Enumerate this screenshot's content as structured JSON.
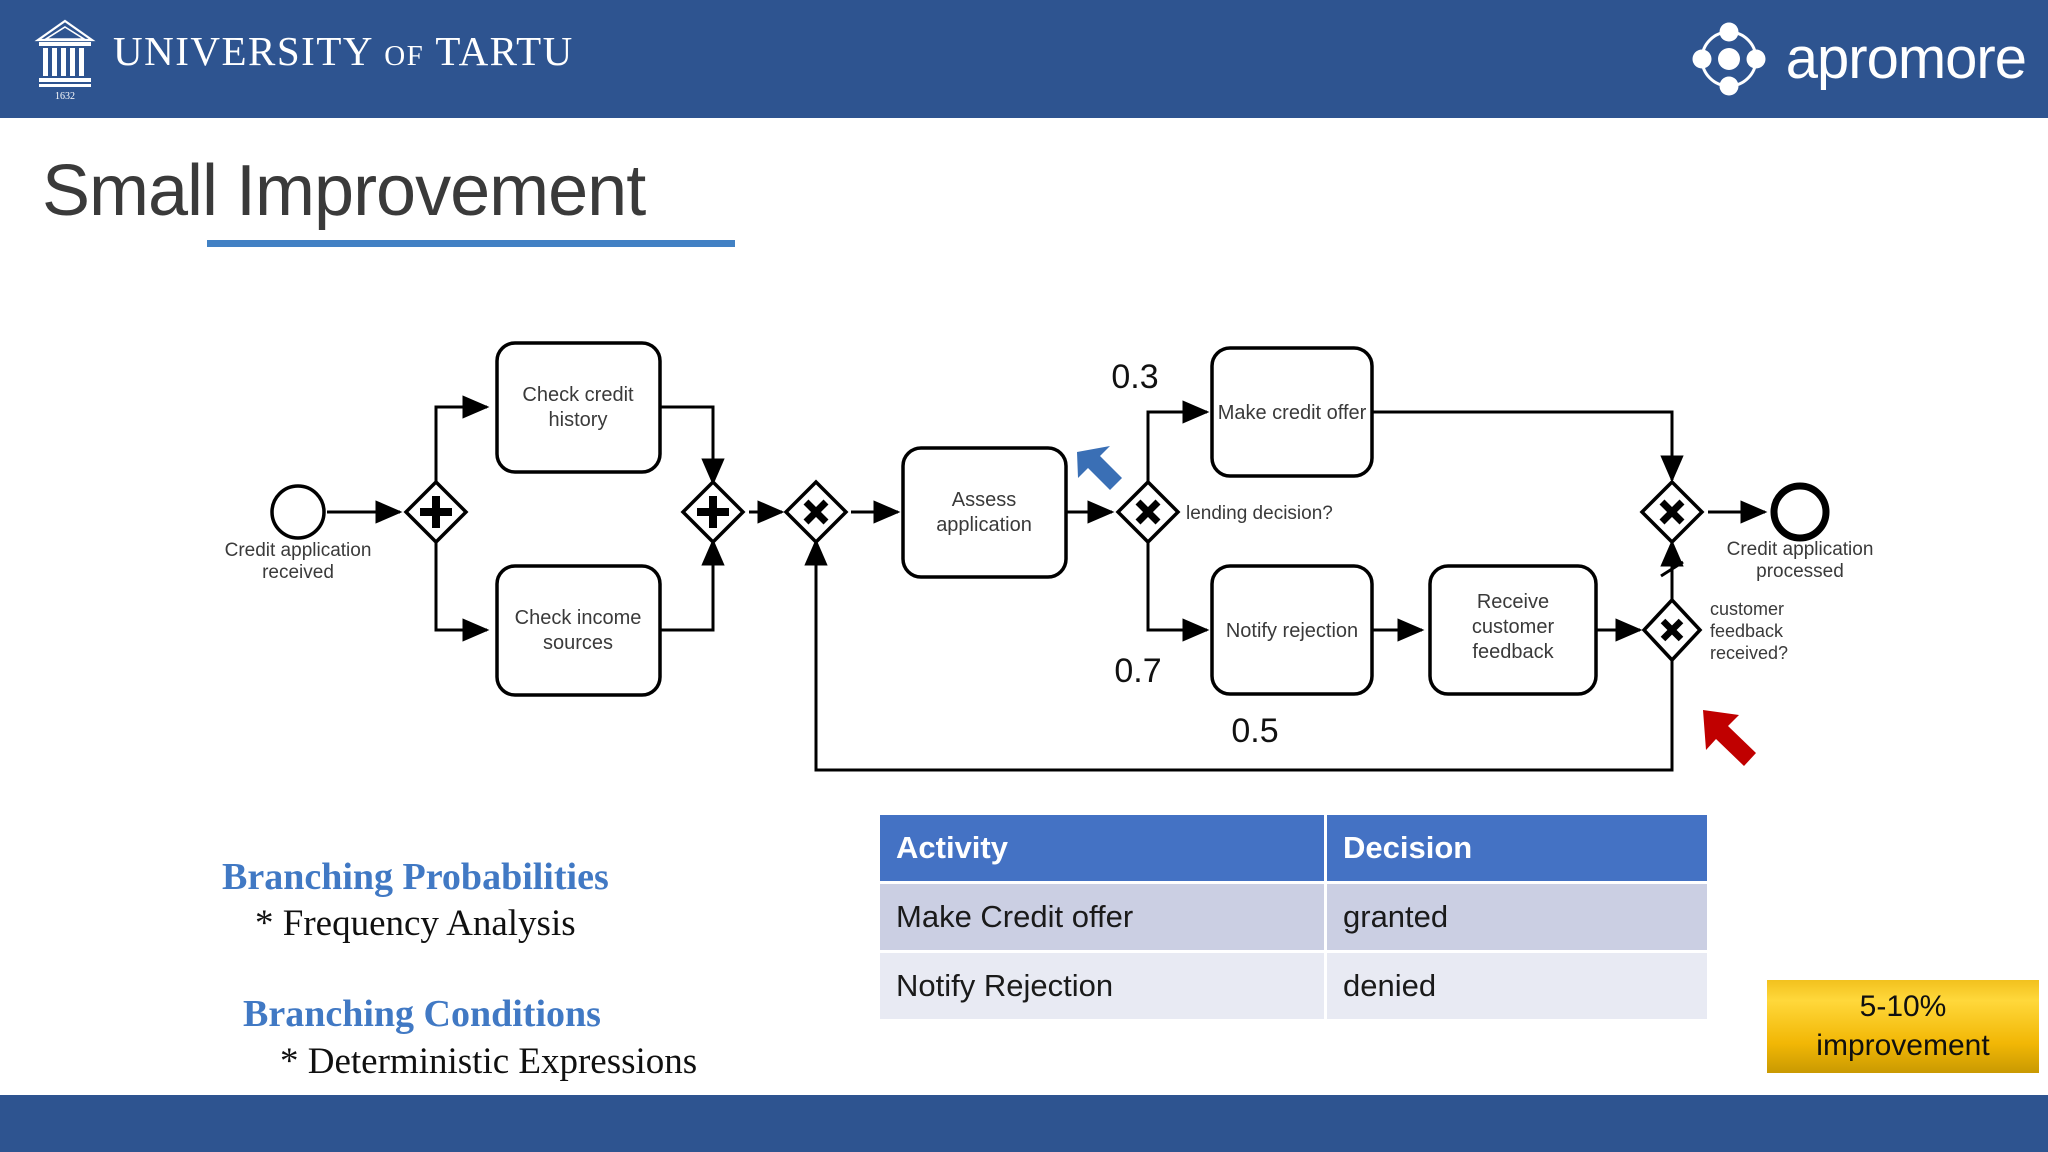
{
  "header": {
    "university_name": "UNIVERSITY",
    "university_of": "OF",
    "university_place": "TARTU",
    "university_year": "1632",
    "brand": "apromore",
    "bar_color": "#2E5490"
  },
  "title": {
    "text": "Small Improvement",
    "rule_color": "#4281C4"
  },
  "diagram": {
    "type": "bpmn",
    "start_event": {
      "label": "Credit application\nreceived",
      "line1": "Credit application",
      "line2": "received"
    },
    "end_event": {
      "label": "Credit application\nprocessed",
      "line1": "Credit application",
      "line2": "processed"
    },
    "tasks": [
      {
        "id": "check-credit-history",
        "line1": "Check credit",
        "line2": "history"
      },
      {
        "id": "check-income-sources",
        "line1": "Check income",
        "line2": "sources"
      },
      {
        "id": "assess-application",
        "line1": "Assess",
        "line2": "application"
      },
      {
        "id": "make-credit-offer",
        "line1": "Make credit offer",
        "line2": ""
      },
      {
        "id": "notify-rejection",
        "line1": "Notify rejection",
        "line2": ""
      },
      {
        "id": "receive-customer-feedback",
        "line1": "Receive",
        "line2": "customer",
        "line3": "feedback"
      }
    ],
    "gateways": [
      {
        "id": "and-split",
        "symbol": "+",
        "label": ""
      },
      {
        "id": "and-join",
        "symbol": "+",
        "label": ""
      },
      {
        "id": "xor-loop-join",
        "symbol": "X",
        "label": ""
      },
      {
        "id": "xor-lending-decision",
        "symbol": "X",
        "label": "lending decision?"
      },
      {
        "id": "xor-merge-end",
        "symbol": "X",
        "label": ""
      },
      {
        "id": "xor-customer-feedback",
        "symbol": "X",
        "label": "customer\nfeedback\nreceived?",
        "l1": "customer",
        "l2": "feedback",
        "l3": "received?"
      }
    ],
    "probabilities": [
      {
        "id": "p-make-offer",
        "value": "0.3"
      },
      {
        "id": "p-notify-rejection",
        "value": "0.7"
      },
      {
        "id": "p-loopback",
        "value": "0.5"
      }
    ],
    "annotations": [
      {
        "id": "blue-arrow",
        "color": "#3A6FB5",
        "points_at": "xor-lending-decision"
      },
      {
        "id": "red-arrow",
        "color": "#C00000",
        "points_at": "xor-customer-feedback"
      }
    ]
  },
  "notes": [
    {
      "heading": "Branching Probabilities",
      "sub": "* Frequency Analysis"
    },
    {
      "heading": "Branching Conditions",
      "sub": "* Deterministic Expressions"
    }
  ],
  "table": {
    "headers": [
      "Activity",
      "Decision"
    ],
    "rows": [
      {
        "activity": "Make Credit offer",
        "decision": "granted"
      },
      {
        "activity": "Notify Rejection",
        "decision": "denied"
      }
    ],
    "header_bg": "#4472C4",
    "decision_color": "#16A34A"
  },
  "callout": {
    "line1": "5-10%",
    "line2": "improvement",
    "color": "#F2B705"
  }
}
